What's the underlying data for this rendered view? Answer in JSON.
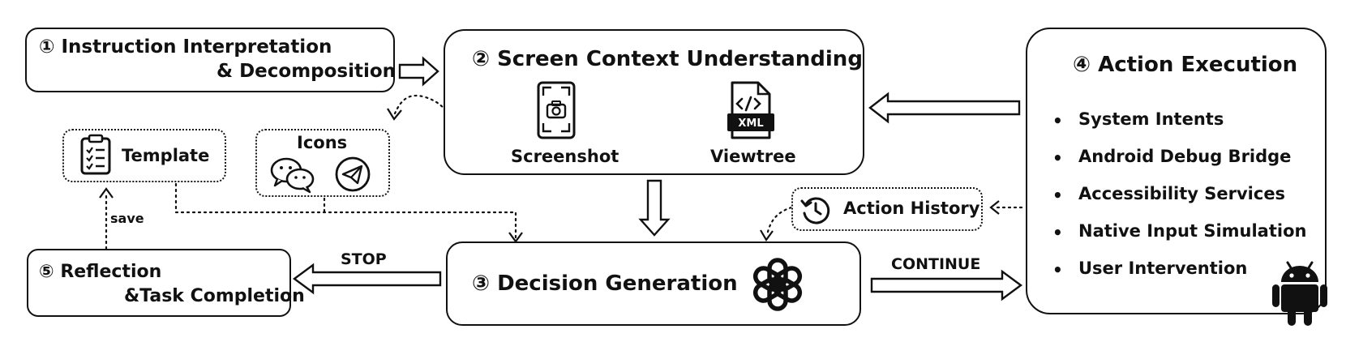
{
  "step1": {
    "number": "①",
    "line1": "Instruction Interpretation",
    "line2": "& Decomposition"
  },
  "step2": {
    "number": "②",
    "title": "Screen Context Understanding",
    "screenshot_label": "Screenshot",
    "viewtree_label": "Viewtree",
    "xml_badge": "XML"
  },
  "step3": {
    "number": "③",
    "title": "Decision Generation"
  },
  "step4": {
    "number": "④",
    "title": "Action Execution",
    "bullet": "•",
    "items": [
      "System Intents",
      "Android Debug Bridge",
      "Accessibility Services",
      "Native Input Simulation",
      "User Intervention"
    ]
  },
  "step5": {
    "number": "⑤",
    "line1": "Reflection",
    "line2": "&Task Completion"
  },
  "memory": {
    "template_label": "Template",
    "icons_label": "Icons",
    "save_label": "save"
  },
  "history": {
    "label": "Action History"
  },
  "edges": {
    "stop_label": "STOP",
    "continue_label": "CONTINUE"
  },
  "icons": [
    "screenshot-phone-icon",
    "xml-file-icon",
    "clipboard-checklist-icon",
    "wechat-icon",
    "telegram-icon",
    "history-clock-icon",
    "openai-logo-icon",
    "android-robot-icon"
  ],
  "colors": {
    "stroke": "#111111",
    "background": "#ffffff"
  }
}
